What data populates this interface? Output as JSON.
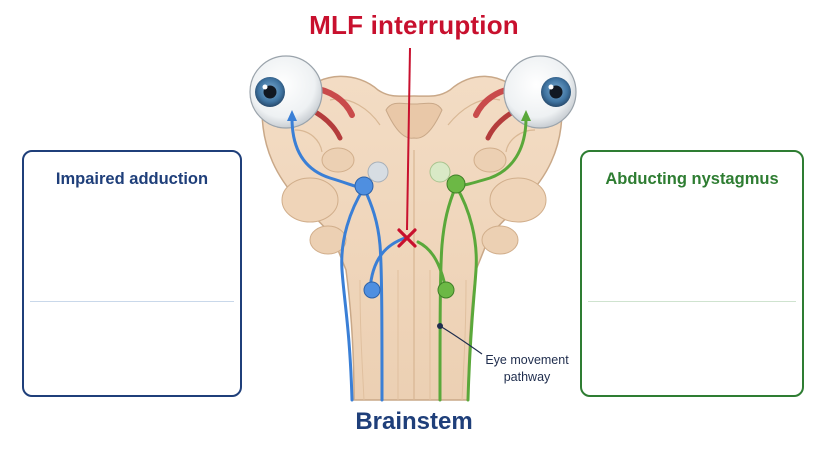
{
  "diagram": {
    "title": "MLF interruption",
    "bottom_label": "Brainstem",
    "pathway_label": "Eye movement pathway",
    "left_panel": {
      "title": "Impaired adduction"
    },
    "right_panel": {
      "title": "Abducting nystagmus"
    }
  },
  "colors": {
    "title_red": "#c8102e",
    "navy": "#1f3f7a",
    "blue_pathway": "#3a7fd6",
    "green_pathway": "#5aa83a",
    "green_panel": "#2e7d32",
    "brainstem_tissue": "#f1d9c1",
    "iris": "#4a7fa8"
  },
  "icons": [
    "eyeball-icon",
    "lesion-x-icon",
    "arrow-left-icon",
    "arrow-right-icon"
  ]
}
